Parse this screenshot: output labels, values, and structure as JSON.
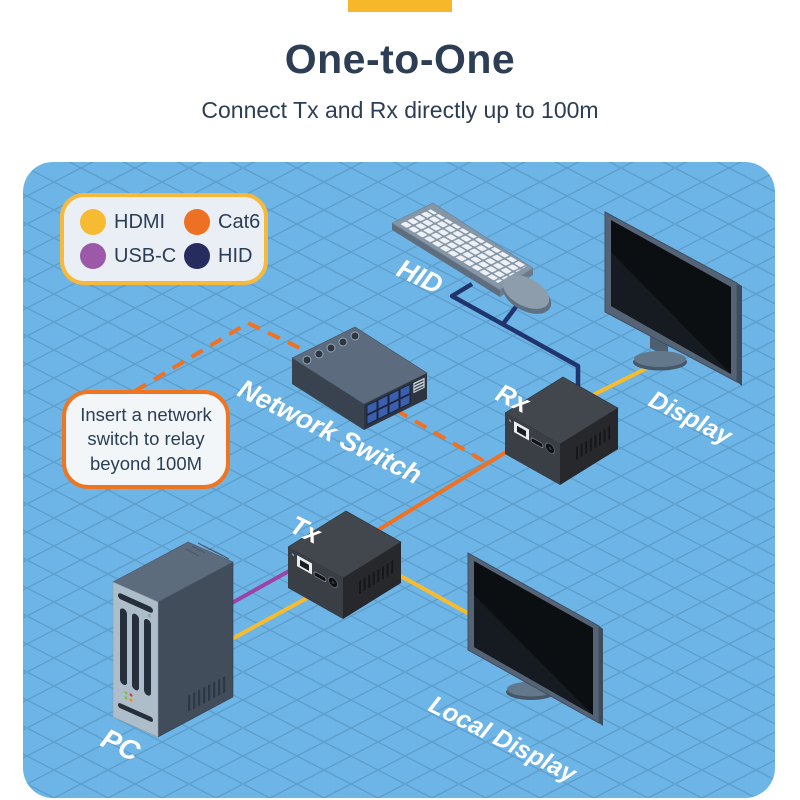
{
  "header": {
    "title": "One-to-One",
    "subtitle": "Connect Tx and Rx directly up to 100m"
  },
  "colors": {
    "accent_yellow": "#f6b72b",
    "panel_blue": "#6db5e6",
    "title_navy": "#2d3e54",
    "legend_border": "#f6b93b",
    "callout_border": "#ee7623",
    "cable_hdmi": "#f8bb2c",
    "cable_cat6": "#f07122",
    "cable_usbc": "#9b44a5",
    "cable_hid": "#20356e"
  },
  "legend": {
    "items": [
      {
        "label": "HDMI",
        "color": "#f6bb33"
      },
      {
        "label": "Cat6",
        "color": "#ec7123"
      },
      {
        "label": "USB-C",
        "color": "#9b59a8"
      },
      {
        "label": "HID",
        "color": "#272c5e"
      }
    ]
  },
  "callout": {
    "text": "Insert a network switch to relay beyond 100M"
  },
  "diagram": {
    "labels": {
      "keyboard": "HID",
      "display_top": "Display",
      "rx": "Rx",
      "switch": "Network Switch",
      "tx": "Tx",
      "pc": "PC",
      "display_local": "Local Display"
    }
  }
}
